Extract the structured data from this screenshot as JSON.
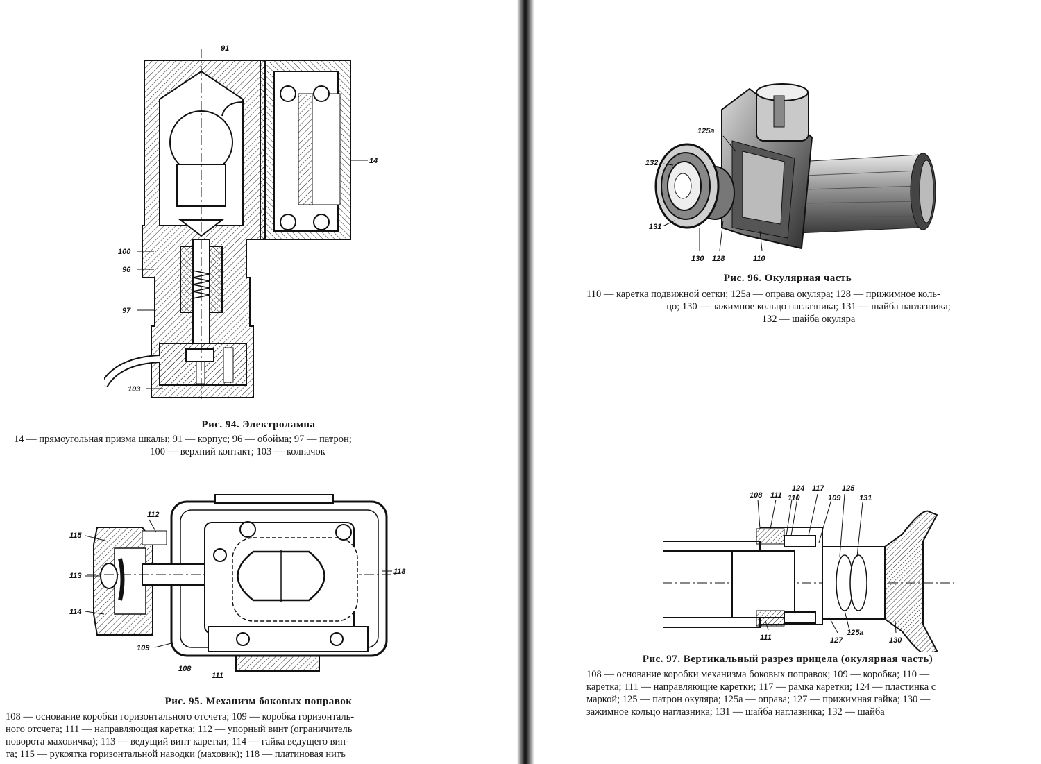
{
  "left_page": {
    "fig94": {
      "title": "Рис. 94. Электролампа",
      "labels": [
        "91",
        "14",
        "100",
        "96",
        "97",
        "103"
      ],
      "legend_lines": [
        "14 — прямоугольная призма шкалы; 91 — корпус; 96 — обойма; 97 — патрон;",
        "100 — верхний контакт; 103 — колпачок"
      ]
    },
    "fig95": {
      "title": "Рис. 95. Механизм боковых поправок",
      "labels": [
        "112",
        "115",
        "113",
        "114",
        "118",
        "109",
        "108",
        "111"
      ],
      "legend_lines": [
        "108 — основание коробки горизонтального отсчета; 109 — коробка горизонталь-",
        "ного отсчета; 111 — направляющая каретка; 112 — упорный винт (ограничитель",
        "поворота маховичка); 113 — ведущий винт каретки; 114 — гайка ведущего вин-",
        "та; 115 — рукоятка горизонтальной наводки (маховик); 118 — платиновая нить"
      ]
    }
  },
  "right_page": {
    "fig96": {
      "title": "Рис. 96. Окулярная часть",
      "labels": [
        "125а",
        "132",
        "131",
        "130",
        "128",
        "110"
      ],
      "legend_lines": [
        "110 — каретка подвижной сетки; 125а — оправа окуляра; 128 — прижимное коль-",
        "цо; 130 — зажимное кольцо наглазника; 131 — шайба наглазника;",
        "132 — шайба окуляра"
      ]
    },
    "fig97": {
      "title": "Рис. 97. Вертикальный разрез прицела (окулярная часть)",
      "labels": [
        "108",
        "111",
        "124",
        "110",
        "117",
        "109",
        "125",
        "131",
        "111",
        "127",
        "125а",
        "130"
      ],
      "legend_lines": [
        "108 — основание коробки механизма боковых поправок; 109 — коробка; 110 —",
        "каретка; 111 — направляющие каретки; 117 — рамка каретки; 124 — пластинка с",
        "маркой; 125 — патрон окуляра; 125а — оправа; 127 — прижимная гайка; 130 —",
        "зажимное кольцо наглазника; 131 — шайба наглазника; 132 — шайба"
      ]
    }
  }
}
